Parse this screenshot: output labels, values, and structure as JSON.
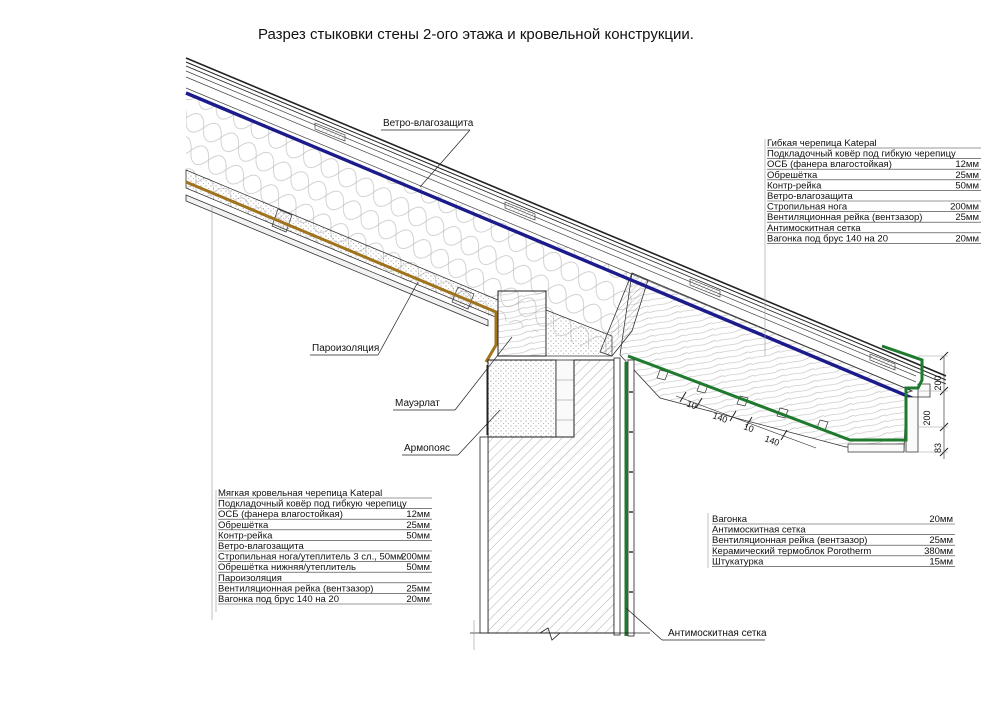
{
  "title": "Разрез стыковки стены 2-ого этажа и кровельной конструкции.",
  "callouts": {
    "wind_barrier": "Ветро-влагозащита",
    "vapor_barrier": "Пароизоляция",
    "mauerlat": "Мауэрлат",
    "armopoyas": "Армопояс",
    "mosquito_net": "Антимоскитная сетка"
  },
  "spec_left": [
    {
      "name": "Мягкая кровельная черепица  Katepal",
      "value": ""
    },
    {
      "name": "Подкладочный ковёр под гибкую черепицу",
      "value": ""
    },
    {
      "name": "ОСБ (фанера влагостойкая)",
      "value": "12мм"
    },
    {
      "name": "Обрешётка",
      "value": "25мм"
    },
    {
      "name": "Контр-рейка",
      "value": "50мм"
    },
    {
      "name": "Ветро-влагозащита",
      "value": ""
    },
    {
      "name": "Стропильная нога/утеплитель 3 сл., 50мм",
      "value": "200мм"
    },
    {
      "name": "Обрешётка нижняя/утеплитель",
      "value": "50мм"
    },
    {
      "name": "Пароизоляция",
      "value": ""
    },
    {
      "name": "Вентиляционная рейка (вентзазор)",
      "value": "25мм"
    },
    {
      "name": "Вагонка под брус 140 на 20",
      "value": "20мм"
    }
  ],
  "spec_right_top": [
    {
      "name": "Гибкая черепица  Katepal",
      "value": ""
    },
    {
      "name": "Подкладочный ковёр под гибкую черепицу",
      "value": ""
    },
    {
      "name": "ОСБ (фанера влагостойкая)",
      "value": "12мм"
    },
    {
      "name": "Обрешётка",
      "value": "25мм"
    },
    {
      "name": "Контр-рейка",
      "value": "50мм"
    },
    {
      "name": "Ветро-влагозащита",
      "value": ""
    },
    {
      "name": "Стропильная нога",
      "value": "200мм"
    },
    {
      "name": "Вентиляционная рейка (вентзазор)",
      "value": "25мм"
    },
    {
      "name": "Антимоскитная сетка",
      "value": ""
    },
    {
      "name": "Вагонка под брус 140 на 20",
      "value": "20мм"
    }
  ],
  "spec_right_bottom": [
    {
      "name": "Вагонка",
      "value": "20мм"
    },
    {
      "name": "Антимоскитная сетка",
      "value": ""
    },
    {
      "name": "Вентиляционная рейка (вентзазор)",
      "value": "25мм"
    },
    {
      "name": "Керамический термоблок Porotherm",
      "value": "380мм"
    },
    {
      "name": "Штукатурка",
      "value": "15мм"
    }
  ],
  "dims_soffit": [
    "10",
    "140",
    "10",
    "140"
  ],
  "dims_fascia": [
    "200",
    "200",
    "83"
  ],
  "colors": {
    "wind_barrier": "#1b1b8c",
    "vapor_barrier": "#a0731c",
    "mosquito_net": "#1f7a2e",
    "line": "#222222"
  }
}
